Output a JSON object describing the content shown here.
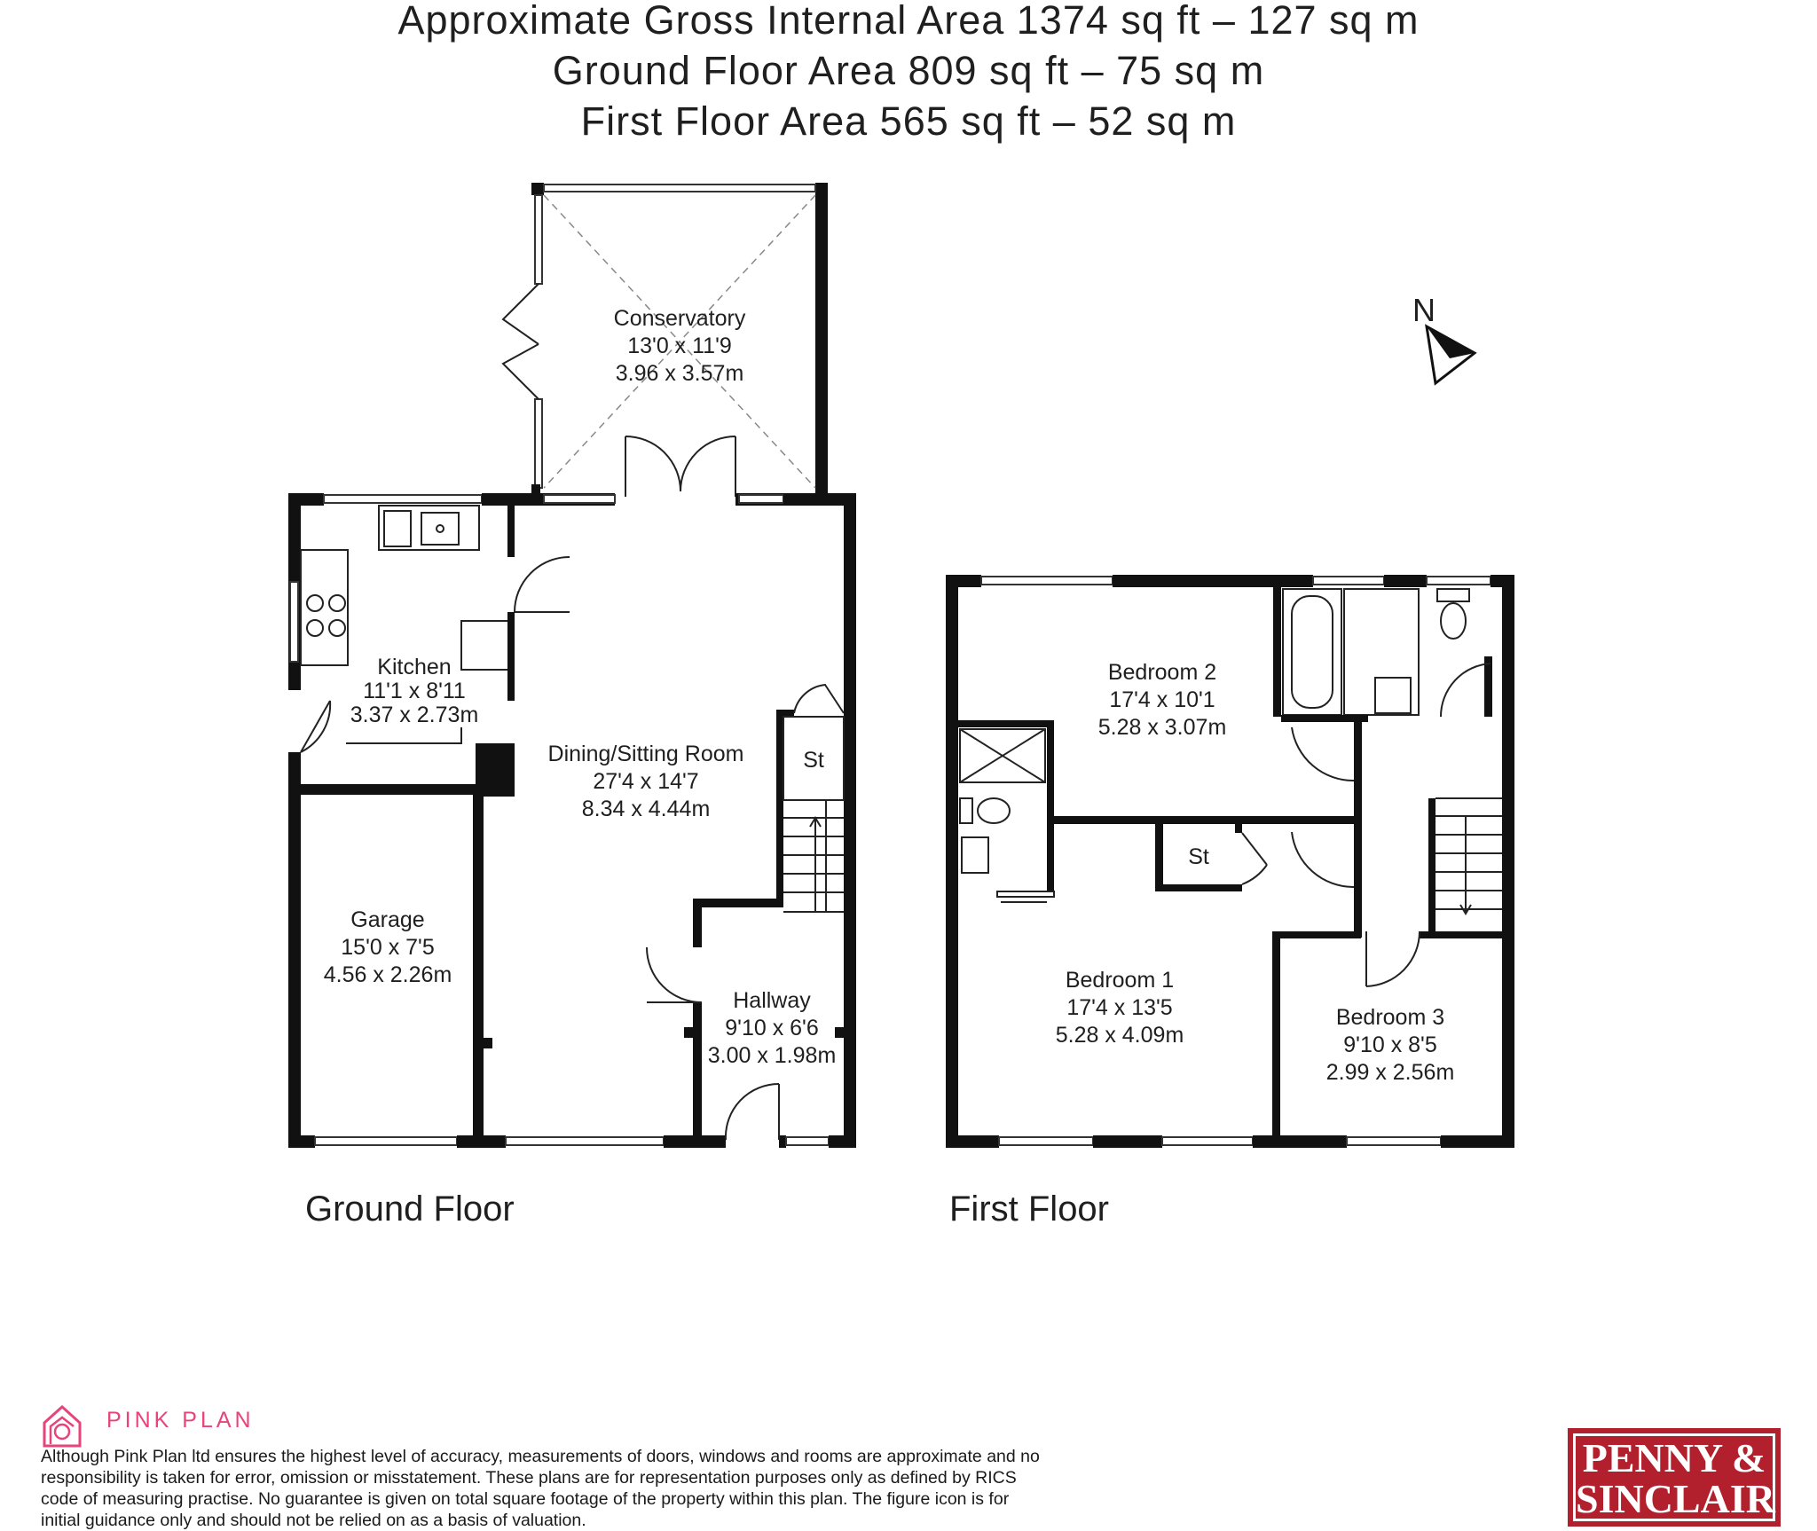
{
  "header": {
    "gross_area": "Approximate Gross Internal Area 1374 sq ft – 127 sq m",
    "ground_area": "Ground Floor Area 809 sq ft – 75 sq m",
    "first_area": "First Floor Area 565 sq ft – 52 sq m"
  },
  "compass": {
    "label": "N"
  },
  "ground_floor": {
    "label": "Ground Floor",
    "rooms": {
      "conservatory": {
        "name": "Conservatory",
        "imperial": "13'0 x 11'9",
        "metric": "3.96 x 3.57m"
      },
      "kitchen": {
        "name": "Kitchen",
        "imperial": "11'1 x 8'11",
        "metric": "3.37 x 2.73m"
      },
      "dining": {
        "name": "Dining/Sitting Room",
        "imperial": "27'4 x 14'7",
        "metric": "8.34 x 4.44m"
      },
      "garage": {
        "name": "Garage",
        "imperial": "15'0 x 7'5",
        "metric": "4.56 x 2.26m"
      },
      "hallway": {
        "name": "Hallway",
        "imperial": "9'10 x 6'6",
        "metric": "3.00 x 1.98m"
      },
      "store": {
        "name": "St"
      }
    }
  },
  "first_floor": {
    "label": "First Floor",
    "rooms": {
      "bedroom2": {
        "name": "Bedroom 2",
        "imperial": "17'4 x 10'1",
        "metric": "5.28 x 3.07m"
      },
      "bedroom1": {
        "name": "Bedroom 1",
        "imperial": "17'4 x 13'5",
        "metric": "5.28 x 4.09m"
      },
      "bedroom3": {
        "name": "Bedroom 3",
        "imperial": "9'10 x 8'5",
        "metric": "2.99 x 2.56m"
      },
      "store": {
        "name": "St"
      }
    }
  },
  "branding": {
    "pink_plan": "PINK PLAN",
    "pink_color": "#e8437a",
    "agent_line1": "PENNY &",
    "agent_line2": "SINCLAIR",
    "agent_color": "#b21f2d"
  },
  "disclaimer": "Although Pink Plan ltd ensures the highest level of accuracy, measurements of doors, windows and rooms are approximate and no responsibility is taken for error, omission or misstatement. These plans are for representation purposes only as defined by RICS code of measuring practise. No guarantee is given on total square footage of the property within this plan. The figure icon is for initial guidance only and should not be relied on as a basis of valuation."
}
